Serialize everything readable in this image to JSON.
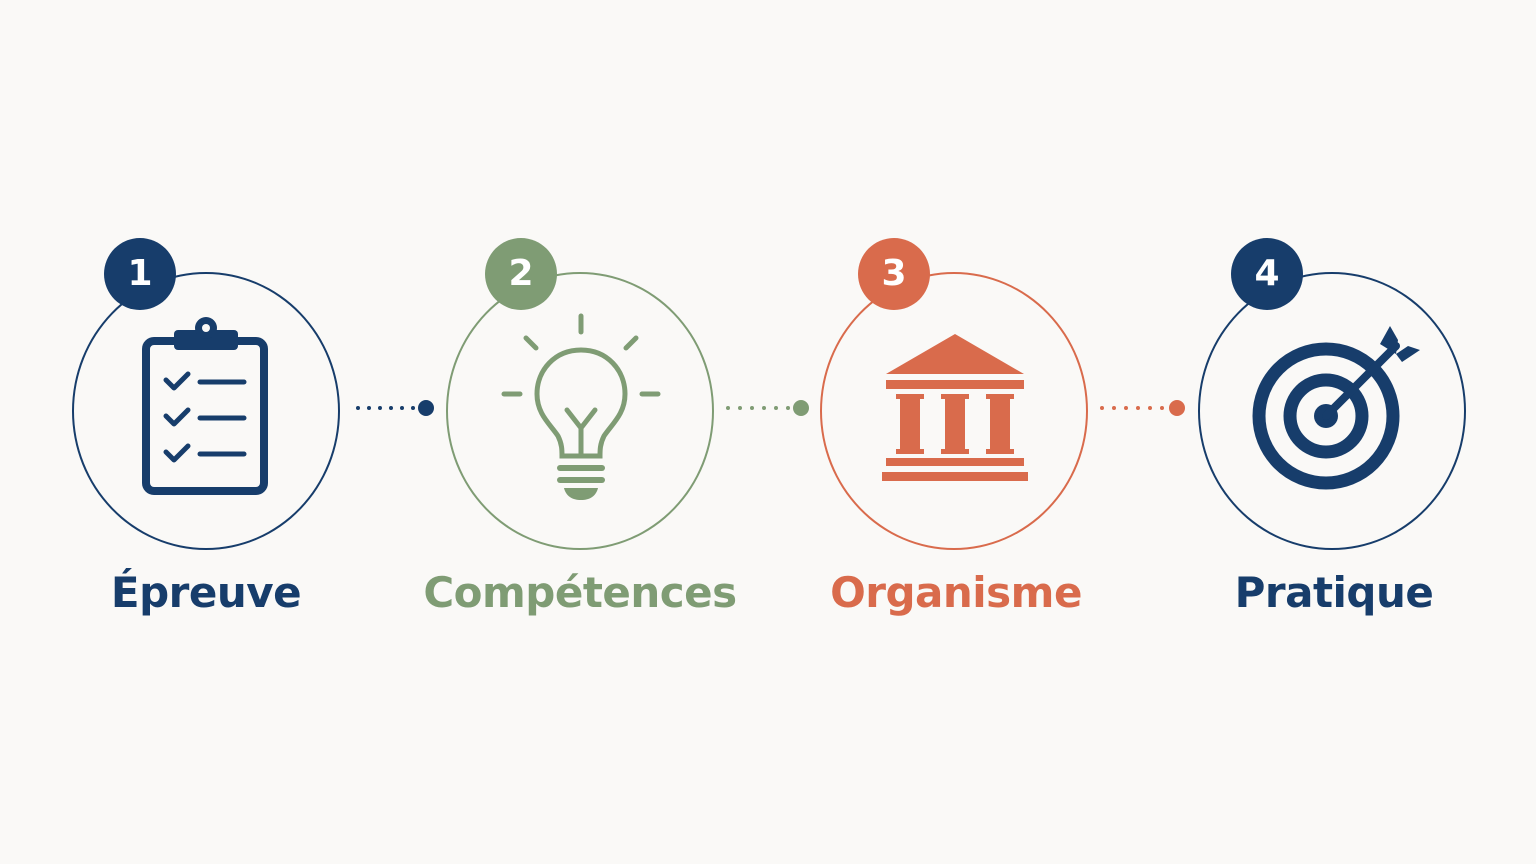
{
  "colors": {
    "navy": "#173d6b",
    "green": "#7f9c74",
    "orange": "#d96b4c"
  },
  "steps": [
    {
      "number": "1",
      "label": "Épreuve",
      "icon": "clipboard-checklist-icon",
      "color": "#173d6b"
    },
    {
      "number": "2",
      "label": "Compétences",
      "icon": "lightbulb-icon",
      "color": "#7f9c74"
    },
    {
      "number": "3",
      "label": "Organisme",
      "icon": "institution-building-icon",
      "color": "#d96b4c"
    },
    {
      "number": "4",
      "label": "Pratique",
      "icon": "target-arrow-icon",
      "color": "#173d6b"
    }
  ]
}
